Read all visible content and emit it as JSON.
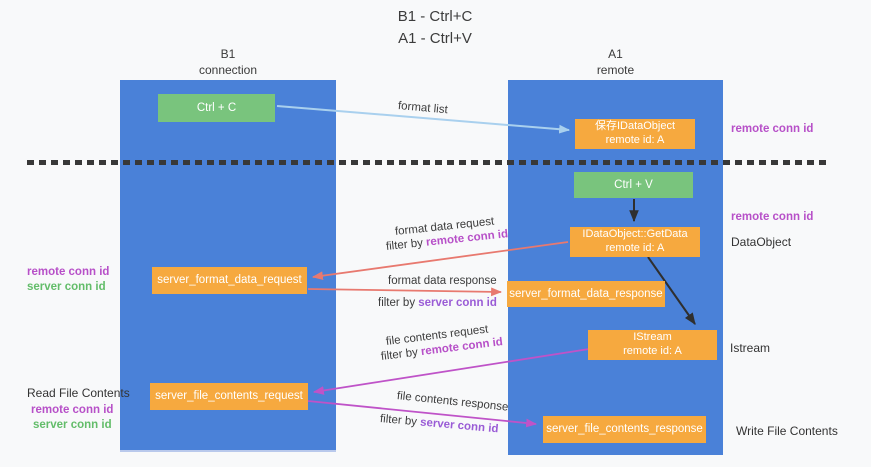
{
  "title": {
    "line1": "B1 - Ctrl+C",
    "line2": "A1 - Ctrl+V"
  },
  "headers": {
    "left": {
      "name": "B1",
      "role": "connection"
    },
    "right": {
      "name": "A1",
      "role": "remote"
    }
  },
  "nodes": {
    "ctrl_c": {
      "label": "Ctrl + C"
    },
    "save_dataobject": {
      "line1": "保存IDataObject",
      "line2": "remote id: A"
    },
    "ctrl_v": {
      "label": "Ctrl + V"
    },
    "getdata": {
      "line1": "IDataObject::GetData",
      "line2": "remote id: A"
    },
    "format_request": {
      "label": "server_format_data_request"
    },
    "format_response": {
      "label": "server_format_data_response"
    },
    "istream": {
      "line1": "IStream",
      "line2": "remote id: A"
    },
    "file_request": {
      "label": "server_file_contents_request"
    },
    "file_response": {
      "label": "server_file_contents_response"
    }
  },
  "arrow_labels": {
    "format_list": "format list",
    "format_data_request": "format data request",
    "format_data_request_filter": {
      "prefix": "filter by ",
      "id": "remote conn id"
    },
    "format_data_response": "format data response",
    "format_data_response_filter": {
      "prefix": "filter by ",
      "id": "server conn id"
    },
    "file_contents_request": "file contents request",
    "file_contents_request_filter": {
      "prefix": "filter by ",
      "id": "remote conn id"
    },
    "file_contents_response": "file contents response",
    "file_contents_response_filter": {
      "prefix": "filter by ",
      "id": "server conn id"
    }
  },
  "side_labels": {
    "right_remote_conn_top": "remote conn id",
    "right_remote_conn_mid": "remote conn id",
    "dataobject": "DataObject",
    "istream": "Istream",
    "write_file_contents": "Write File Contents",
    "left_remote_conn_mid": "remote conn id",
    "left_server_conn_mid": "server conn id",
    "read_file_contents": "Read File Contents",
    "left_remote_conn_bottom": "remote conn id",
    "left_server_conn_bottom": "server conn id"
  },
  "colors": {
    "column_blue": "#4a81d8",
    "box_green": "#79c47d",
    "box_orange": "#f6a93f",
    "text_magenta": "#b750c8",
    "text_purple": "#9a5cd6",
    "text_green": "#63bd6a",
    "arrow_blue": "#a9d0ee",
    "arrow_salmon": "#e8796f",
    "arrow_magenta": "#bf53c8",
    "arrow_black": "#2f2f2f"
  }
}
